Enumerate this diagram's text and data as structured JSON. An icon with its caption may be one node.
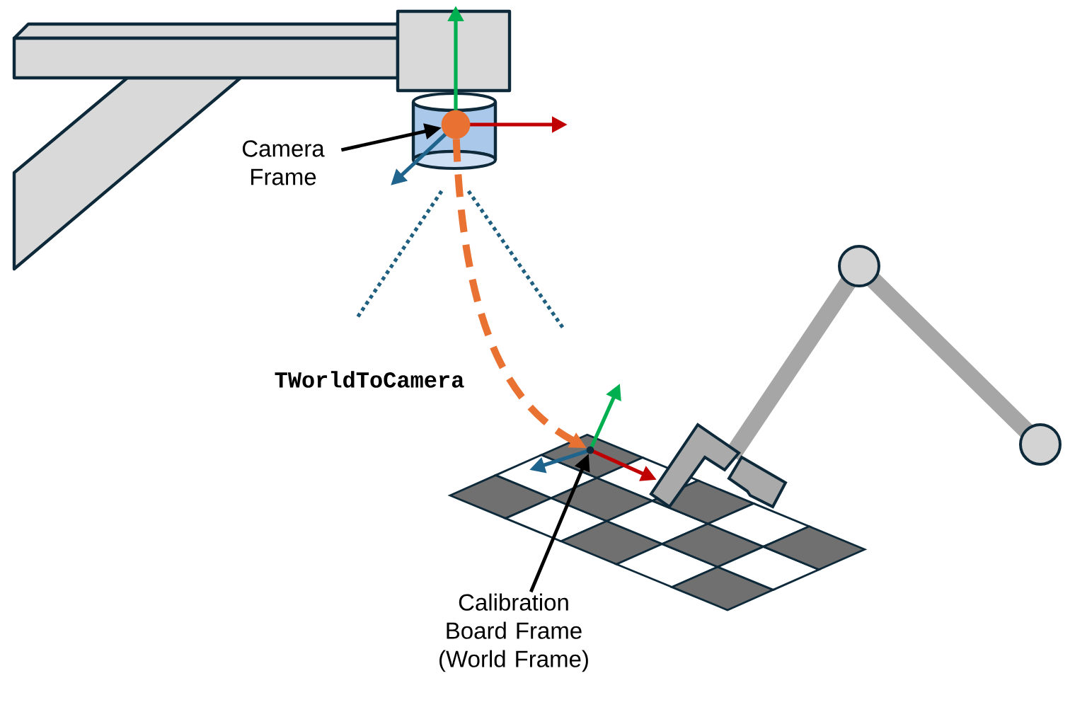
{
  "diagram": {
    "nodes": [
      {
        "text": [
          "Camera Frame"
        ]
      },
      {
        "text": [],
        "shape": "circle"
      },
      {
        "text": [
          "Calibration Board Frame (World Frame)"
        ]
      },
      {
        "text": [],
        "shape": "circle"
      }
    ],
    "edges": [
      {
        "from": 0,
        "to": 1,
        "arrow": "to"
      },
      {
        "from": 2,
        "to": 3,
        "arrow": "to"
      },
      {
        "from": 1,
        "to": 3,
        "arrow": "to",
        "label": "TWorldToCamera",
        "style": "dashed",
        "color": "#e97132"
      }
    ]
  }
}
